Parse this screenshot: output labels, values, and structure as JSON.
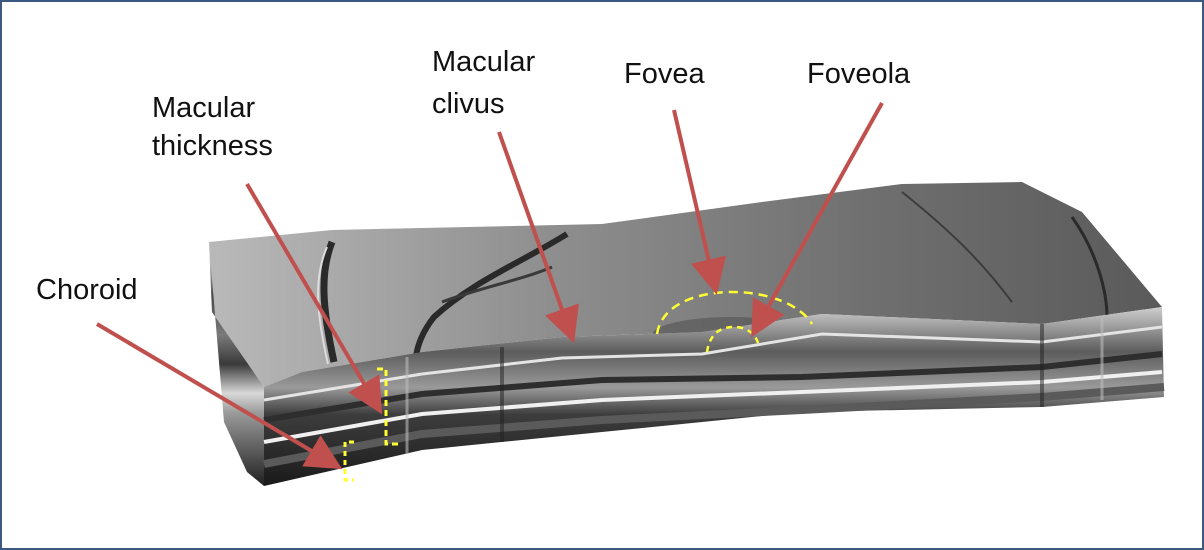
{
  "labels": {
    "choroid": "Choroid",
    "macular_thickness_line1": "Macular",
    "macular_thickness_line2": "thickness",
    "macular_clivus_line1": "Macular",
    "macular_clivus_line2": "clivus",
    "fovea": "Fovea",
    "foveola": "Foveola"
  },
  "colors": {
    "frame_border": "#3b5a82",
    "arrow": "#c0504d",
    "marker": "#ffff33"
  }
}
